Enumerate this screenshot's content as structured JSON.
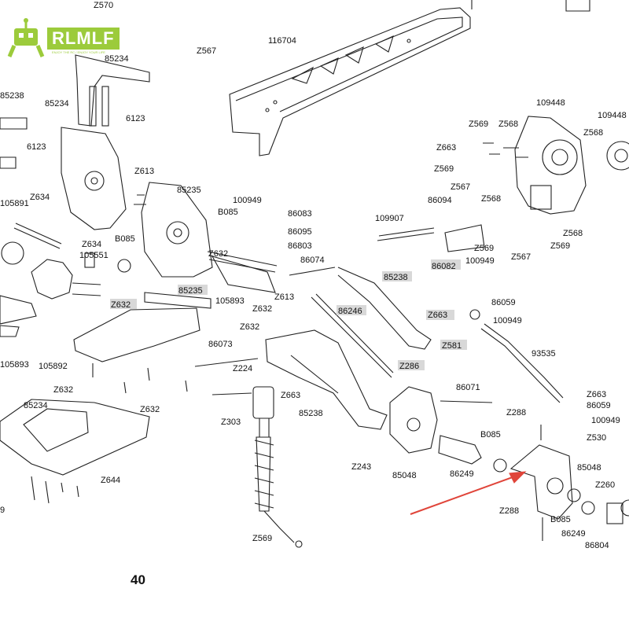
{
  "logo": {
    "text": "RLMLF",
    "tagline": "ENJOY THE RC / ENJOY YOUR LIFE"
  },
  "page_number": "40",
  "part_labels": [
    "Z570",
    "116704",
    "Z567",
    "85234",
    "85238",
    "85234",
    "6123",
    "6123",
    "Z613",
    "85235",
    "100949",
    "B085",
    "86083",
    "86095",
    "86803",
    "105551",
    "B085",
    "Z634",
    "105891",
    "Z634",
    "Z632",
    "85235",
    "Z632",
    "Z613",
    "105893",
    "Z632",
    "86074",
    "Z632",
    "85238",
    "86246",
    "Z663",
    "100949",
    "86059",
    "Z581",
    "93535",
    "86073",
    "105892",
    "105893",
    "Z632",
    "Z632",
    "Z224",
    "Z663",
    "85238",
    "86071",
    "Z663",
    "86059",
    "Z288",
    "100949",
    "B085",
    "Z530",
    "Z303",
    "Z243",
    "85048",
    "86249",
    "85048",
    "Z260",
    "85234",
    "Z644",
    "Z569",
    "Z288",
    "B085",
    "86249",
    "86804",
    "109448",
    "109448",
    "Z569",
    "Z568",
    "Z568",
    "Z663",
    "Z569",
    "Z567",
    "Z568",
    "86094",
    "109907",
    "Z569",
    "100949",
    "Z567",
    "Z568",
    "Z569",
    "86082",
    "Z286",
    "9"
  ],
  "colors": {
    "line": "#222222",
    "arrow": "#e0453a",
    "logo_green": "#9ccb3b",
    "label_highlight": "#d8d8d8"
  }
}
